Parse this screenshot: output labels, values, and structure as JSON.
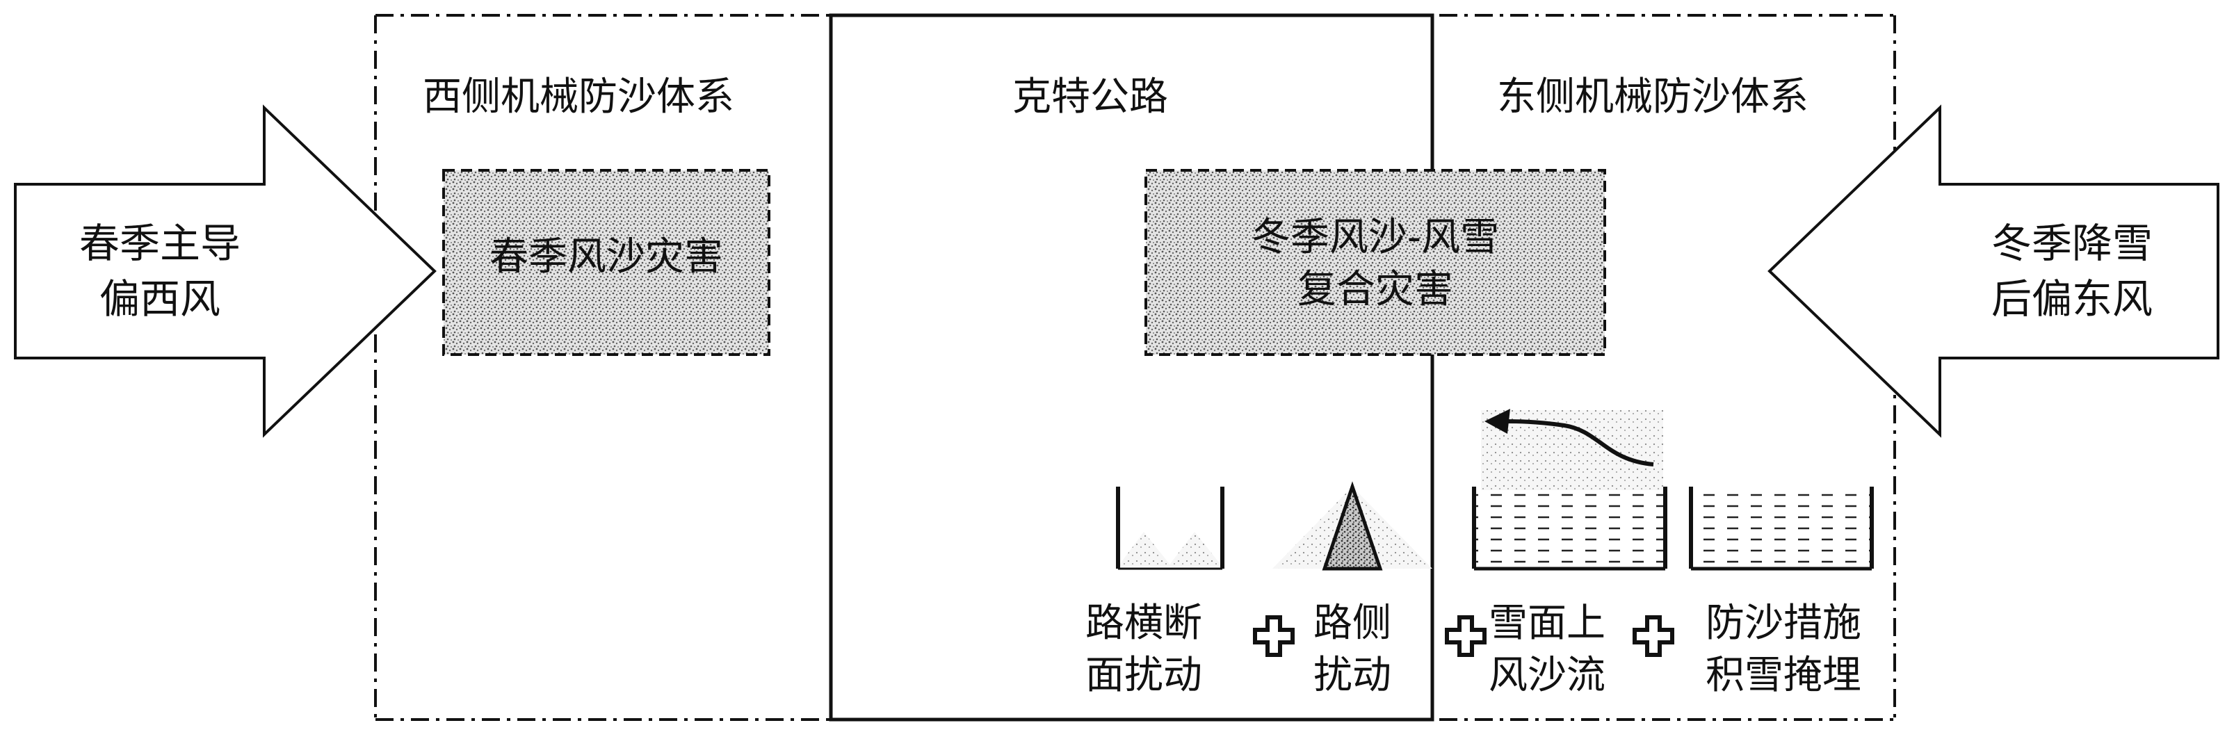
{
  "west_wind": {
    "line1": "春季主导",
    "line2": "偏西风"
  },
  "east_wind": {
    "line1": "冬季降雪",
    "line2": "后偏东风"
  },
  "west_system": {
    "title": "西侧机械防沙体系"
  },
  "highway": {
    "title": "克特公路"
  },
  "east_system": {
    "title": "东侧机械防沙体系"
  },
  "spring_hazard": {
    "label": "春季风沙灾害"
  },
  "winter_hazard": {
    "line1": "冬季风沙-风雪",
    "line2": "复合灾害"
  },
  "factors": {
    "road_section": {
      "line1": "路横断",
      "line2": "面扰动"
    },
    "roadside": {
      "line1": "路侧",
      "line2": "扰动"
    },
    "snow_flow": {
      "line1": "雪面上",
      "line2": "风沙流"
    },
    "snow_burial": {
      "line1": "防沙措施",
      "line2": "积雪掩埋"
    }
  },
  "plus_sign": "+",
  "colors": {
    "stroke": "#111111",
    "stipple": "#555555",
    "background": "#ffffff"
  }
}
